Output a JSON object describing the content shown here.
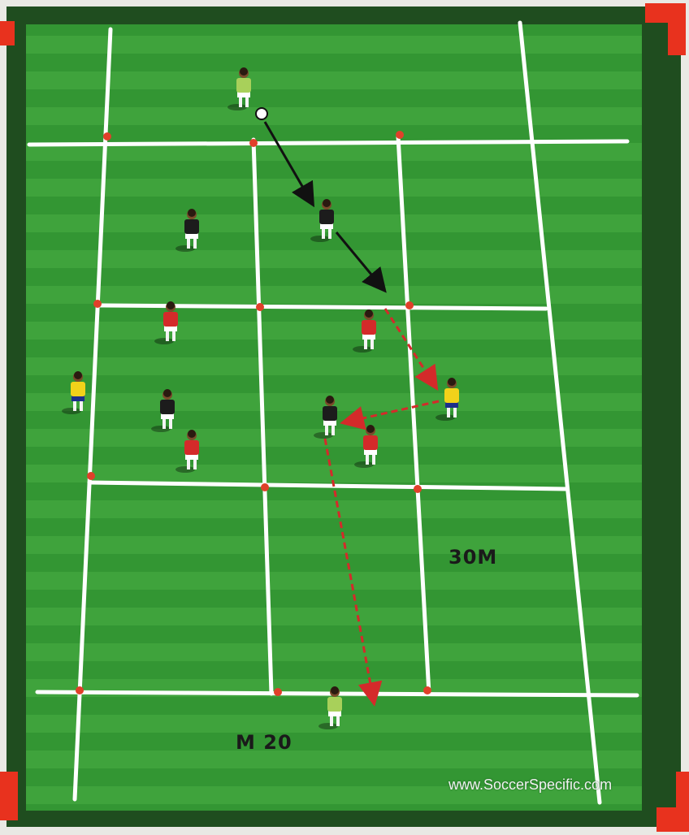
{
  "labels": {
    "dim_vertical": "30M",
    "dim_horizontal": "M 20",
    "watermark": "www.SoccerSpecific.com"
  },
  "colors": {
    "pitch_light": "#3fa33c",
    "pitch_dark": "#2e8a2e",
    "frame": "#1f4d1f",
    "line": "#ffffff",
    "cone": "#e0402a",
    "corner": "#e8321e",
    "team_red": "#d42a2a",
    "team_black": "#1c1c1c",
    "neutral_yellow": "#f2d21a",
    "keeper_green": "#a8d05a",
    "pass_black": "#111111",
    "pass_red": "#d42a2a"
  },
  "players": [
    {
      "team": "green",
      "name": "player-green-top"
    },
    {
      "team": "black",
      "name": "player-black"
    },
    {
      "team": "black",
      "name": "player-black"
    },
    {
      "team": "red",
      "name": "player-red"
    },
    {
      "team": "red",
      "name": "player-red"
    },
    {
      "team": "yellow",
      "name": "player-yellow"
    },
    {
      "team": "black",
      "name": "player-black"
    },
    {
      "team": "red",
      "name": "player-red"
    },
    {
      "team": "black",
      "name": "player-black"
    },
    {
      "team": "red",
      "name": "player-red"
    },
    {
      "team": "yellow",
      "name": "player-yellow"
    },
    {
      "team": "green",
      "name": "player-green-bottom"
    }
  ],
  "passes": [
    {
      "style": "solid-black",
      "name": "pass-arrow-black"
    },
    {
      "style": "solid-black",
      "name": "pass-arrow-black"
    },
    {
      "style": "dashed-red",
      "name": "pass-arrow-red"
    },
    {
      "style": "dashed-red",
      "name": "pass-arrow-red"
    },
    {
      "style": "dashed-red",
      "name": "pass-arrow-red"
    }
  ]
}
